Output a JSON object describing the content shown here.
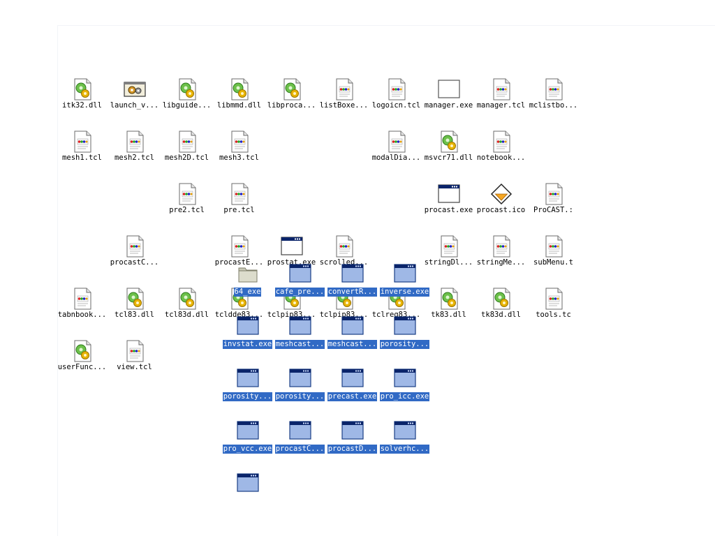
{
  "desktop": {
    "icons": [
      {
        "label": "itk32.dll",
        "type": "dll"
      },
      {
        "label": "launch_v...",
        "type": "gear"
      },
      {
        "label": "libguide...",
        "type": "dll"
      },
      {
        "label": "libmmd.dll",
        "type": "dll"
      },
      {
        "label": "libproca...",
        "type": "dll"
      },
      {
        "label": "listBoxe...",
        "type": "tcl"
      },
      {
        "label": "logoicn.tcl",
        "type": "tcl"
      },
      {
        "label": "manager.exe",
        "type": "blank"
      },
      {
        "label": "manager.tcl",
        "type": "tcl"
      },
      {
        "label": "mclistbo...",
        "type": "tcl"
      },
      {
        "label": "mesh1.tcl",
        "type": "tcl"
      },
      {
        "label": "mesh2.tcl",
        "type": "tcl"
      },
      {
        "label": "mesh2D.tcl",
        "type": "tcl"
      },
      {
        "label": "mesh3.tcl",
        "type": "tcl"
      },
      {
        "label": "modalDia...",
        "type": "tcl"
      },
      {
        "label": "msvcr71.dll",
        "type": "dll"
      },
      {
        "label": "notebook...",
        "type": "tcl"
      },
      {
        "label": "pre2.tcl",
        "type": "tcl"
      },
      {
        "label": "pre.tcl",
        "type": "tcl"
      },
      {
        "label": "procast.exe",
        "type": "exe"
      },
      {
        "label": "procast.ico",
        "type": "ico"
      },
      {
        "label": "ProCAST.:",
        "type": "tcl"
      },
      {
        "label": "procastC...",
        "type": "tcl"
      },
      {
        "label": "procastE...",
        "type": "tcl"
      },
      {
        "label": "prostat.exe",
        "type": "exe"
      },
      {
        "label": "scrolled...",
        "type": "tcl"
      },
      {
        "label": "stringDl...",
        "type": "tcl"
      },
      {
        "label": "stringMe...",
        "type": "tcl"
      },
      {
        "label": "subMenu.t",
        "type": "tcl"
      },
      {
        "label": "tabnbook...",
        "type": "tcl"
      },
      {
        "label": "tcl83.dll",
        "type": "dll"
      },
      {
        "label": "tcl83d.dll",
        "type": "dll"
      },
      {
        "label": "tcldde83...",
        "type": "dll"
      },
      {
        "label": "tclpip83...",
        "type": "dll"
      },
      {
        "label": "tclpip83...",
        "type": "dll"
      },
      {
        "label": "tclreg83...",
        "type": "dll"
      },
      {
        "label": "tk83.dll",
        "type": "dll"
      },
      {
        "label": "tk83d.dll",
        "type": "dll"
      },
      {
        "label": "tools.tc",
        "type": "tcl"
      },
      {
        "label": "userFunc...",
        "type": "dll"
      },
      {
        "label": "view.tcl",
        "type": "tcl"
      }
    ],
    "drag_overlay": [
      {
        "label": "64_exe",
        "type": "folder"
      },
      {
        "label": "cafe_pre...",
        "type": "exe-sel"
      },
      {
        "label": "convertR...",
        "type": "exe-sel"
      },
      {
        "label": "inverse.exe",
        "type": "exe-sel"
      },
      {
        "label": "invstat.exe",
        "type": "exe-sel"
      },
      {
        "label": "meshcast...",
        "type": "exe-sel"
      },
      {
        "label": "meshcast...",
        "type": "exe-sel"
      },
      {
        "label": "porosity...",
        "type": "exe-sel"
      },
      {
        "label": "porosity...",
        "type": "exe-sel"
      },
      {
        "label": "porosity...",
        "type": "exe-sel"
      },
      {
        "label": "precast.exe",
        "type": "exe-sel"
      },
      {
        "label": "pro_icc.exe",
        "type": "exe-sel"
      },
      {
        "label": "pro_vcc.exe",
        "type": "exe-sel"
      },
      {
        "label": "procastC...",
        "type": "exe-sel"
      },
      {
        "label": "procastD...",
        "type": "exe-sel"
      },
      {
        "label": "solverhc...",
        "type": "exe-sel"
      },
      {
        "label": "",
        "type": "exe-sel"
      }
    ]
  },
  "colors": {
    "selection": "#316ac5",
    "exe_titlebar": "#0a246a",
    "ico_orange": "#f5a623"
  }
}
